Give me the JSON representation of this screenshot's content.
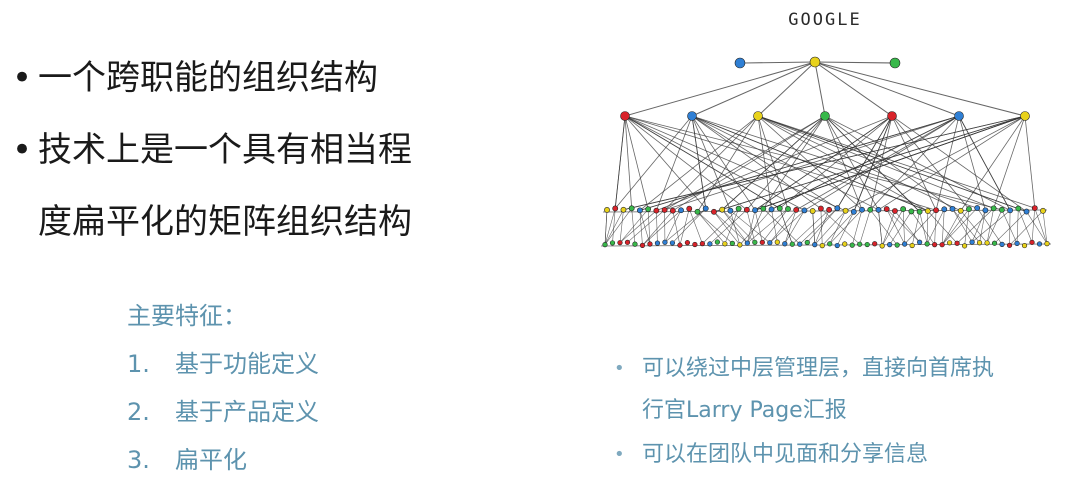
{
  "main_bullets": [
    {
      "lines": [
        "一个跨职能的组织结构"
      ]
    },
    {
      "lines": [
        "技术上是一个具有相当程",
        "度扁平化的矩阵组织结构"
      ]
    }
  ],
  "features": {
    "title": "主要特征：",
    "items": [
      {
        "num": "1.",
        "label": "基于功能定义"
      },
      {
        "num": "2.",
        "label": "基于产品定义"
      },
      {
        "num": "3.",
        "label": "扁平化"
      }
    ]
  },
  "notes": [
    {
      "lines": [
        "可以绕过中层管理层，直接向首席执",
        "行官Larry Page汇报"
      ]
    },
    {
      "lines": [
        "可以在团队中见面和分享信息"
      ]
    }
  ],
  "diagram": {
    "title": "GOOGLE",
    "colors": {
      "blue": "#2f7fd4",
      "yellow": "#e8d21c",
      "green": "#38b84a",
      "red": "#d8232a",
      "line": "#333333"
    }
  }
}
